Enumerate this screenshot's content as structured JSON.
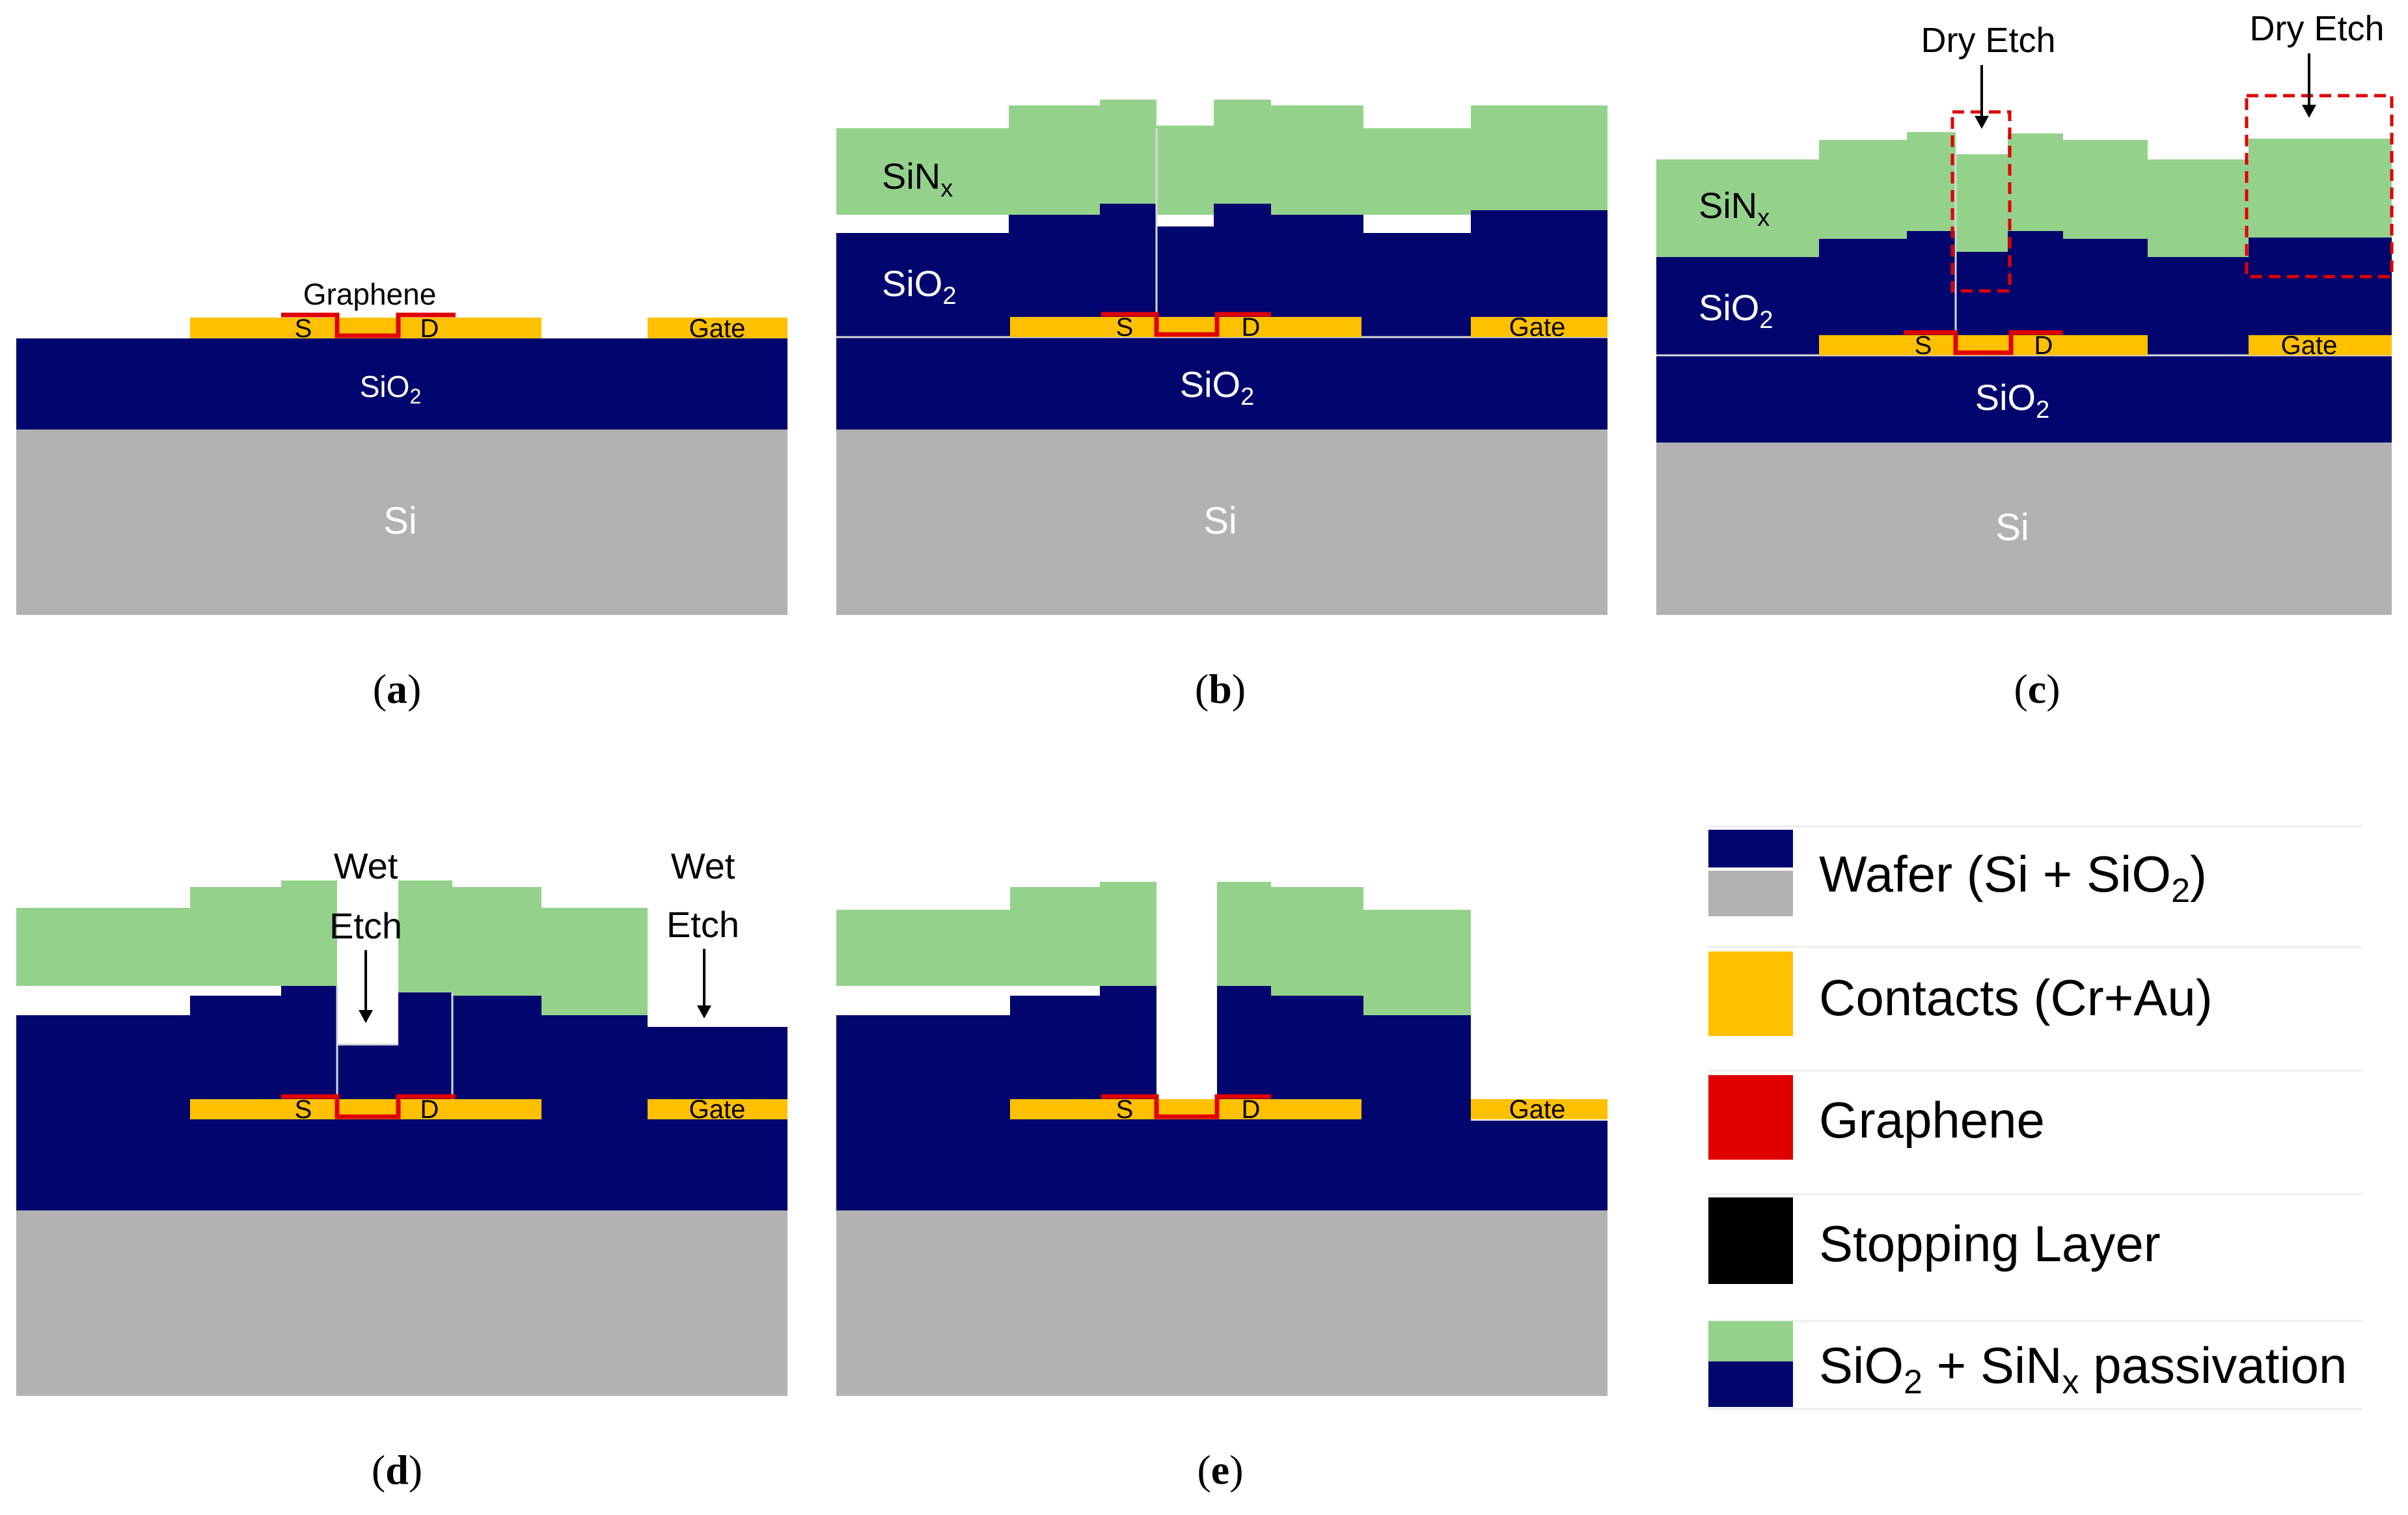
{
  "colors": {
    "sio2": "#00066e",
    "si": "#b2b2b2",
    "sinx": "#94d28c",
    "contact": "#ffc000",
    "graphene": "#e00000",
    "stopping_layer": "#000000",
    "etch_box": "#e00000",
    "text_dark": "#000000",
    "text_light": "#ffffff"
  },
  "panels": {
    "a": {
      "caption_letter": "a",
      "graphene_label": "Graphene",
      "source_label": "S",
      "drain_label": "D",
      "gate_label": "Gate",
      "oxide_label": "SiO",
      "oxide_sub": "2",
      "substrate_label": "Si"
    },
    "b": {
      "caption_letter": "b",
      "nitride_label": "SiN",
      "nitride_sub": "x",
      "top_oxide_label": "SiO",
      "top_oxide_sub": "2",
      "source_label": "S",
      "drain_label": "D",
      "gate_label": "Gate",
      "oxide_label": "SiO",
      "oxide_sub": "2",
      "substrate_label": "Si"
    },
    "c": {
      "caption_letter": "c",
      "dry_etch_label_1": "Dry Etch",
      "dry_etch_label_2": "Dry Etch",
      "nitride_label": "SiN",
      "nitride_sub": "x",
      "top_oxide_label": "SiO",
      "top_oxide_sub": "2",
      "source_label": "S",
      "drain_label": "D",
      "gate_label": "Gate",
      "oxide_label": "SiO",
      "oxide_sub": "2",
      "substrate_label": "Si"
    },
    "d": {
      "caption_letter": "d",
      "wet_etch_1_line1": "Wet",
      "wet_etch_1_line2": "Etch",
      "wet_etch_2_line1": "Wet",
      "wet_etch_2_line2": "Etch",
      "source_label": "S",
      "drain_label": "D",
      "gate_label": "Gate"
    },
    "e": {
      "caption_letter": "e",
      "source_label": "S",
      "drain_label": "D",
      "gate_label": "Gate"
    }
  },
  "legend": {
    "wafer": {
      "text": "Wafer (Si + SiO",
      "sub": "2",
      "tail": ")"
    },
    "contacts": {
      "text": "Contacts (Cr+Au)"
    },
    "graphene": {
      "text": "Graphene"
    },
    "stopping": {
      "text": "Stopping Layer"
    },
    "passivation": {
      "text_a": "SiO",
      "sub_a": "2",
      "text_b": " + SiN",
      "sub_b": "x",
      "text_c": " passivation"
    }
  },
  "captions": {
    "open": "(",
    "close": ")"
  }
}
